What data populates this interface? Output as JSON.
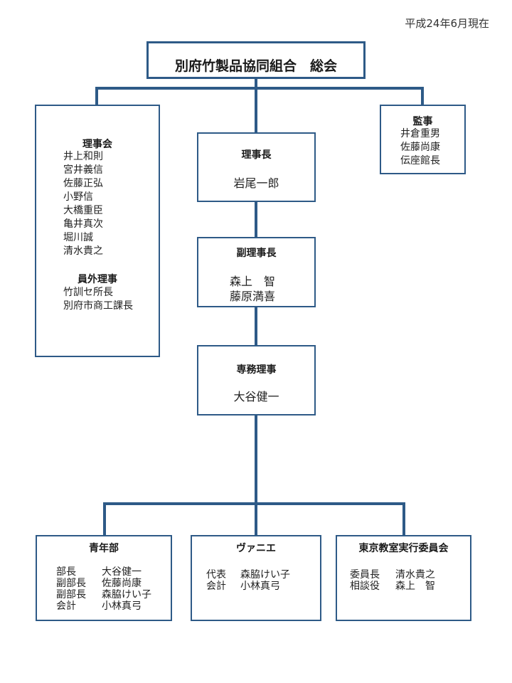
{
  "as_of": "平成24年6月現在",
  "title": "別府竹製品協同組合　総会",
  "board": {
    "heading": "理事会",
    "members": [
      "井上和則",
      "宮井義信",
      "佐藤正弘",
      "小野信",
      "大橋重臣",
      "亀井真次",
      "堀川誠",
      "清水貴之"
    ],
    "outside_heading": "員外理事",
    "outside_members": [
      "竹訓セ所長",
      "別府市商工課長"
    ]
  },
  "chairman": {
    "heading": "理事長",
    "name": "岩尾一郎"
  },
  "vice_chairman": {
    "heading": "副理事長",
    "names": [
      "森上　智",
      "藤原満喜"
    ]
  },
  "executive_director": {
    "heading": "専務理事",
    "name": "大谷健一"
  },
  "auditors": {
    "heading": "監事",
    "names": [
      "井倉重男",
      "佐藤尚康",
      "伝座館長"
    ]
  },
  "youth_dept": {
    "heading": "青年部",
    "rows": [
      {
        "role": "部長",
        "name": "大谷健一"
      },
      {
        "role": "副部長",
        "name": "佐藤尚康"
      },
      {
        "role": "副部長",
        "name": "森脇けい子"
      },
      {
        "role": "会計",
        "name": "小林真弓"
      }
    ]
  },
  "vanie": {
    "heading": "ヴァニエ",
    "rows": [
      {
        "role": "代表",
        "name": "森脇けい子"
      },
      {
        "role": "会計",
        "name": "小林真弓"
      }
    ]
  },
  "tokyo_committee": {
    "heading": "東京教室実行委員会",
    "rows": [
      {
        "role": "委員長",
        "name": "清水貴之"
      },
      {
        "role": "相談役",
        "name": "森上　智"
      }
    ]
  }
}
